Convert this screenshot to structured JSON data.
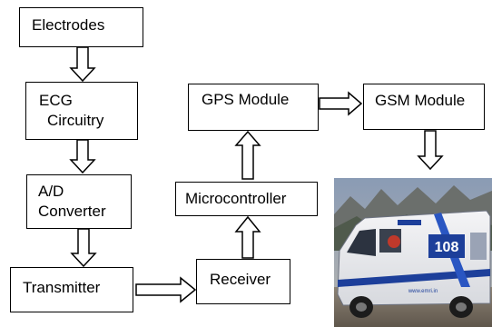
{
  "blocks": {
    "electrodes": "Electrodes",
    "ecg_line1": "ECG",
    "ecg_line2": "Circuitry",
    "adc_line1": "A/D",
    "adc_line2": "Converter",
    "transmitter": "Transmitter",
    "receiver": "Receiver",
    "microcontroller": "Microcontroller",
    "gps": "GPS Module",
    "gsm": "GSM Module"
  },
  "ambulance": {
    "number_text": "108",
    "url_text": "www.emri.in"
  }
}
